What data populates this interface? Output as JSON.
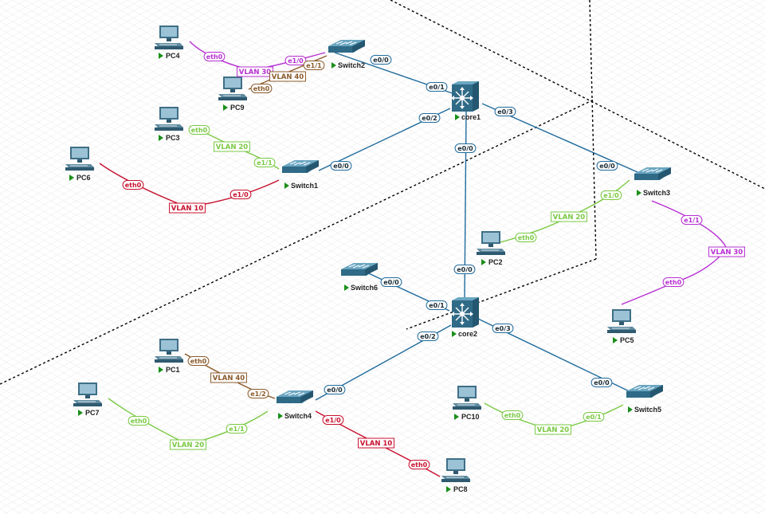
{
  "colors": {
    "trunk": "#1f6b9c",
    "vlan10": "#c8102e",
    "vlan20": "#7ac943",
    "vlan30": "#b72fd2",
    "vlan40": "#8b5a2b",
    "zone_line": "#000000",
    "label_arrow": "#1a8f1a",
    "switch_body": "#2f6a86"
  },
  "devices": {
    "core1": "core1",
    "core2": "core2",
    "switch1": "Switch1",
    "switch2": "Switch2",
    "switch3": "Switch3",
    "switch4": "Switch4",
    "switch5": "Switch5",
    "switch6": "Switch6",
    "pc1": "PC1",
    "pc2": "PC2",
    "pc3": "PC3",
    "pc4": "PC4",
    "pc5": "PC5",
    "pc6": "PC6",
    "pc7": "PC7",
    "pc8": "PC8",
    "pc9": "PC9",
    "pc10": "PC10"
  },
  "ports": {
    "sw2_e00": "e0/0",
    "c1_e01": "e0/1",
    "c1_e02": "e0/2",
    "c1_e03": "e0/3",
    "c1_e00": "e0/0",
    "sw1_e00": "e0/0",
    "sw3_e00": "e0/0",
    "c2_e00": "e0/0",
    "sw6_e00": "e0/0",
    "c2_e01": "e0/1",
    "c2_e02": "e0/2",
    "c2_e03": "e0/3",
    "sw4_e00": "e0/0",
    "sw5_e00": "e0/0",
    "pc4_eth0": "eth0",
    "sw2_e10": "e1/0",
    "pc9_eth0": "eth0",
    "sw2_e11": "e1/1",
    "pc3_eth0": "eth0",
    "sw1_e11": "e1/1",
    "pc6_eth0": "eth0",
    "sw1_e10": "e1/0",
    "pc2_eth0": "eth0",
    "sw3_e10": "e1/0",
    "sw3_e11": "e1/1",
    "pc5_eth0": "eth0",
    "pc1_eth0": "eth0",
    "sw4_e12": "e1/2",
    "pc7_eth0": "eth0",
    "sw4_e11": "e1/1",
    "sw4_e10": "e1/0",
    "pc8_eth0": "eth0",
    "pc10_eth0": "eth0",
    "sw5_e01": "e0/1"
  },
  "vlans": {
    "v30_pc4": "VLAN 30",
    "v40_pc9": "VLAN 40",
    "v20_pc3": "VLAN 20",
    "v10_pc6": "VLAN 10",
    "v20_pc2": "VLAN 20",
    "v30_pc5": "VLAN 30",
    "v40_pc1": "VLAN 40",
    "v20_pc7": "VLAN 20",
    "v10_pc8": "VLAN 10",
    "v20_pc10": "VLAN 20"
  }
}
